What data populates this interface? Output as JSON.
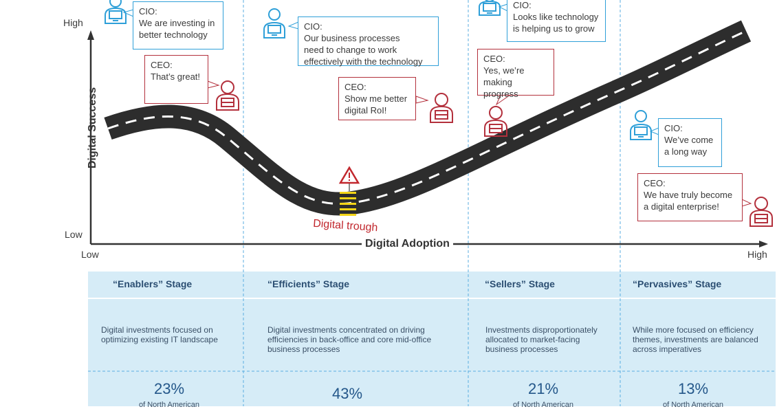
{
  "axes": {
    "y_title": "Digital Success",
    "y_high": "High",
    "y_low": "Low",
    "x_title": "Digital Adoption",
    "x_low": "Low",
    "x_high": "High"
  },
  "road": {
    "trough_label": "Digital trough"
  },
  "bubbles": [
    {
      "speaker": "CIO:",
      "text": "We are investing in\nbetter technology"
    },
    {
      "speaker": "CEO:",
      "text": "That’s great!"
    },
    {
      "speaker": "CIO:",
      "text": "Our business processes\nneed to change to work\neffectively with the technology"
    },
    {
      "speaker": "CEO:",
      "text": "Show me better\ndigital RoI!"
    },
    {
      "speaker": "CIO:",
      "text": "Looks like technology\nis helping us to grow"
    },
    {
      "speaker": "CEO:",
      "text": "Yes, we’re\nmaking progress"
    },
    {
      "speaker": "CIO:",
      "text": "We’ve come\na long way"
    },
    {
      "speaker": "CEO:",
      "text": "We have truly become\na digital enterprise!"
    }
  ],
  "stages": [
    {
      "title": "“Enablers” Stage",
      "description": "Digital investments focused on\noptimizing existing IT landscape",
      "percent": "23%",
      "percent_note": "of North American"
    },
    {
      "title": "“Efficients” Stage",
      "description": "Digital investments concentrated on driving\nefficiencies in back-office and core mid-office\nbusiness processes",
      "percent": "43%",
      "percent_note": ""
    },
    {
      "title": "“Sellers” Stage",
      "description": "Investments disproportionately\nallocated to market-facing\nbusiness processes",
      "percent": "21%",
      "percent_note": "of North American"
    },
    {
      "title": "“Pervasives” Stage",
      "description": "While more focused on efficiency\nthemes, investments are balanced\nacross imperatives",
      "percent": "13%",
      "percent_note": "of North American"
    }
  ],
  "colors": {
    "cio": "#2e9fd8",
    "ceo": "#b3303c",
    "road": "#2d2d2d",
    "table_bg": "#d6ecf7",
    "stage_title": "#2b4e72",
    "percent": "#24578a"
  }
}
